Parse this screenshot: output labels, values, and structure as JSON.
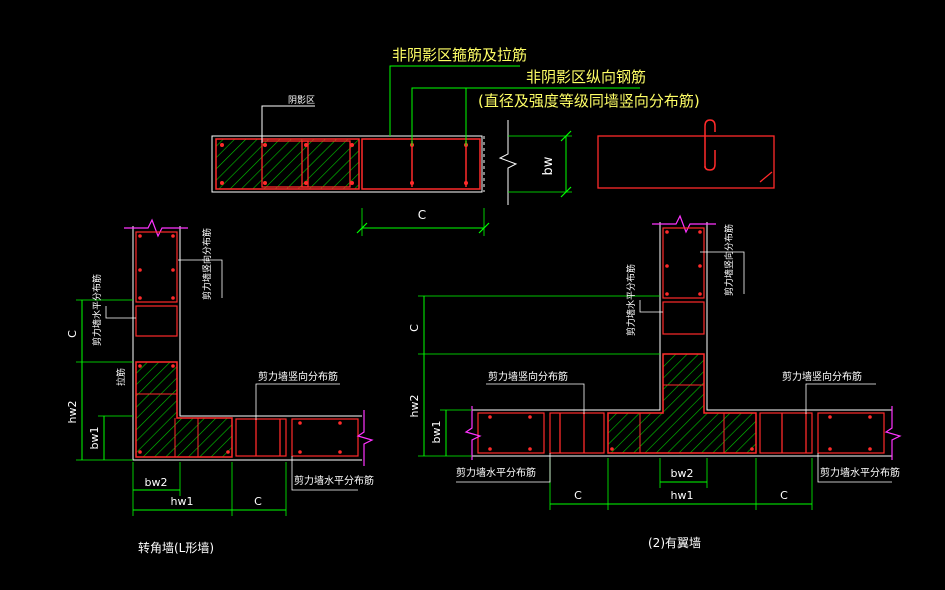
{
  "colors": {
    "background": "#000000",
    "rebar": "#ff2a2a",
    "hatch": "#00c800",
    "dimension": "#00ff00",
    "leader": "#ffffff",
    "annotation_yellow": "#ffff66",
    "outline": "#ffffff",
    "break_line": "#ff33ff"
  },
  "top": {
    "stirrup_title": "非阴影区箍筋及拉筋",
    "longitudinal_title": "非阴影区纵向钢筋",
    "longitudinal_note": "(直径及强度等级同墙竖向分布筋)",
    "shaded_label": "阴影区",
    "dim_bw": "bw",
    "dim_c": "C"
  },
  "left": {
    "caption": "转角墙(L形墙)",
    "vertical_bars_label": "剪力墙竖向分布筋",
    "horizontal_bars_label": "剪力墙水平分布筋",
    "vertical_bars_label_2": "剪力墙竖向分布筋",
    "horizontal_bars_label_2": "剪力墙水平分布筋",
    "tie_label": "拉筋",
    "dim_c_vertical": "C",
    "dim_hw2": "hw2",
    "dim_bw1": "bw1",
    "dim_bw2": "bw2",
    "dim_hw1": "hw1",
    "dim_c_horizontal": "C"
  },
  "right": {
    "caption": "(2)有翼墙",
    "vertical_bars_label_left": "剪力墙竖向分布筋",
    "vertical_bars_label_right": "剪力墙竖向分布筋",
    "vertical_bars_label_top": "剪力墙竖向分布筋",
    "horizontal_bars_label_top": "剪力墙水平分布筋",
    "horizontal_bars_label_left": "剪力墙水平分布筋",
    "horizontal_bars_label_right": "剪力墙水平分布筋",
    "dim_c_vertical": "C",
    "dim_hw2": "hw2",
    "dim_bw1": "bw1",
    "dim_bw2": "bw2",
    "dim_c_left": "C",
    "dim_hw1": "hw1",
    "dim_c_right": "C"
  }
}
